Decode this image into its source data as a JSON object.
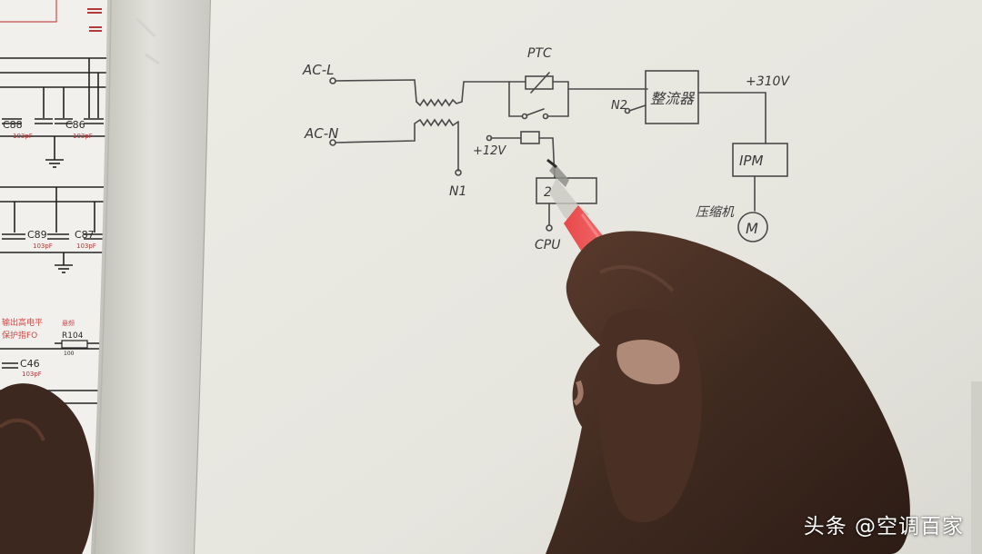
{
  "left_sheet": {
    "capacitors": [
      {
        "ref": "C88",
        "value": "103pF"
      },
      {
        "ref": "C86",
        "value": "103pF"
      },
      {
        "ref": "C89",
        "value": "103pF"
      },
      {
        "ref": "C87",
        "value": "103pF"
      },
      {
        "ref": "C46",
        "value": "103pF"
      }
    ],
    "note_line1": "输出高电平",
    "note_line2": "保护指FO",
    "resistor_tag": "悬频",
    "resistor_ref": "R104",
    "resistor_value": "100"
  },
  "diagram": {
    "ac_l": "AC-L",
    "ac_n": "AC-N",
    "ptc": "PTC",
    "n1": "N1",
    "n2": "N2",
    "plus12v": "+12V",
    "rectifier": "整流器",
    "plus310v": "+310V",
    "ipm": "IPM",
    "compressor": "压缩机",
    "motor": "M",
    "cpu": "CPU",
    "driver": "2"
  },
  "watermark": "头条 @空调百家"
}
